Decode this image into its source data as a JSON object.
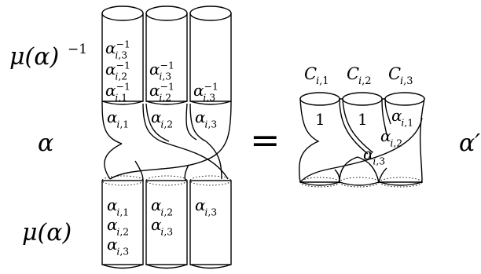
{
  "labels": {
    "mu_inv_base": "μ(α)",
    "mu_inv_exp": "−1",
    "alpha": "α",
    "mu": "μ(α)",
    "equals": "=",
    "alpha_prime": "α′"
  },
  "symbols": {
    "greek": "α",
    "inv": "−1"
  },
  "left_figure": {
    "top_column_labels": [
      [
        {
          "i": "i",
          "j": "3",
          "inv": true
        },
        {
          "i": "i",
          "j": "2",
          "inv": true
        },
        {
          "i": "i",
          "j": "1",
          "inv": true
        }
      ],
      [
        {
          "i": "i",
          "j": "3",
          "inv": true
        },
        {
          "i": "i",
          "j": "2",
          "inv": true
        }
      ],
      [
        {
          "i": "i",
          "j": "3",
          "inv": true
        }
      ]
    ],
    "alpha_band": [
      {
        "i": "i",
        "j": "1"
      },
      {
        "i": "i",
        "j": "2"
      },
      {
        "i": "i",
        "j": "3"
      }
    ],
    "bottom_column_labels": [
      [
        {
          "i": "i",
          "j": "1"
        },
        {
          "i": "i",
          "j": "2"
        },
        {
          "i": "i",
          "j": "3"
        }
      ],
      [
        {
          "i": "i",
          "j": "2"
        },
        {
          "i": "i",
          "j": "3"
        }
      ],
      [
        {
          "i": "i",
          "j": "3"
        }
      ]
    ]
  },
  "right_figure": {
    "column_names": [
      {
        "base": "C",
        "sub": "i,1"
      },
      {
        "base": "C",
        "sub": "i,2"
      },
      {
        "base": "C",
        "sub": "i,3"
      }
    ],
    "ones": [
      "1",
      "1"
    ],
    "labels": [
      {
        "i": "i",
        "j": "1"
      },
      {
        "i": "i",
        "j": "2"
      },
      {
        "i": "i",
        "j": "3"
      }
    ]
  }
}
